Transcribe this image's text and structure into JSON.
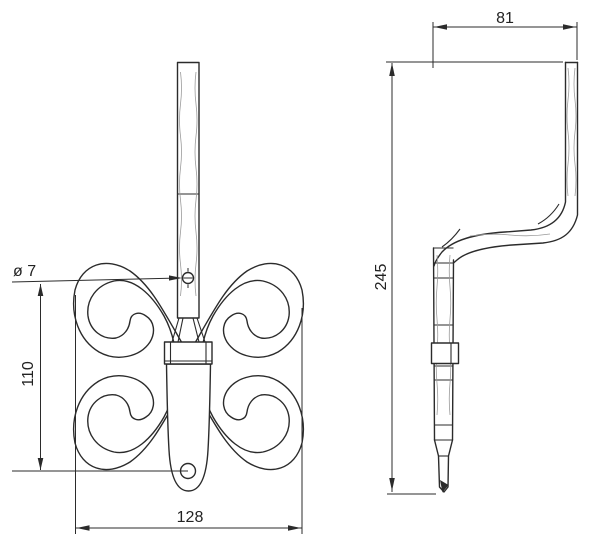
{
  "drawing": {
    "dimensions": {
      "hole_diameter": {
        "label": "ø 7"
      },
      "front_height": {
        "label": "110"
      },
      "front_width": {
        "label": "128"
      },
      "side_depth": {
        "label": "81"
      },
      "side_height": {
        "label": "245"
      }
    },
    "colors": {
      "line": "#2b2b2b",
      "background": "#ffffff",
      "texture": "#9a9a9a"
    }
  }
}
